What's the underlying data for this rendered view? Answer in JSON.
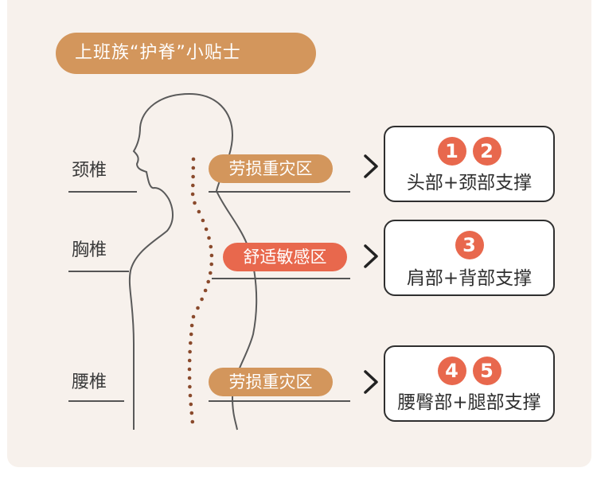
{
  "title": "上班族“护脊”小贴士",
  "rows": [
    {
      "vertebra": "颈椎",
      "tag": "劳损重灾区",
      "tag_color": "#d3965c",
      "numbers": [
        "1",
        "2"
      ],
      "support": "头部+颈部支撑"
    },
    {
      "vertebra": "胸椎",
      "tag": "舒适敏感区",
      "tag_color": "#e8684d",
      "numbers": [
        "3"
      ],
      "support": "肩部+背部支撑"
    },
    {
      "vertebra": "腰椎",
      "tag": "劳损重灾区",
      "tag_color": "#d3965c",
      "numbers": [
        "4",
        "5"
      ],
      "support": "腰臀部+腿部支撑"
    }
  ],
  "icons": {
    "arrow": "chevron-right-icon",
    "silhouette": "human-profile-icon"
  }
}
